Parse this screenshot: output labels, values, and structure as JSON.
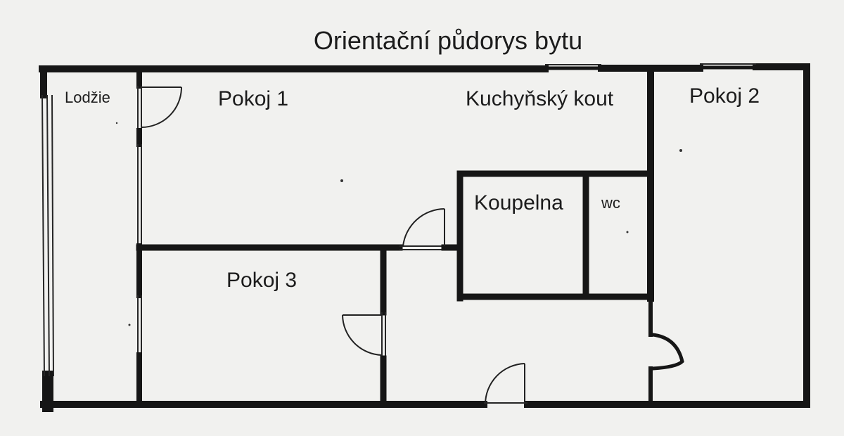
{
  "plan": {
    "title": "Orientační půdorys bytu",
    "rooms": {
      "lodzie": "Lodžie",
      "pokoj1": "Pokoj 1",
      "kuchynsky_kout": "Kuchyňský kout",
      "pokoj2": "Pokoj 2",
      "koupelna": "Koupelna",
      "wc": "wc",
      "pokoj3": "Pokoj 3"
    }
  }
}
